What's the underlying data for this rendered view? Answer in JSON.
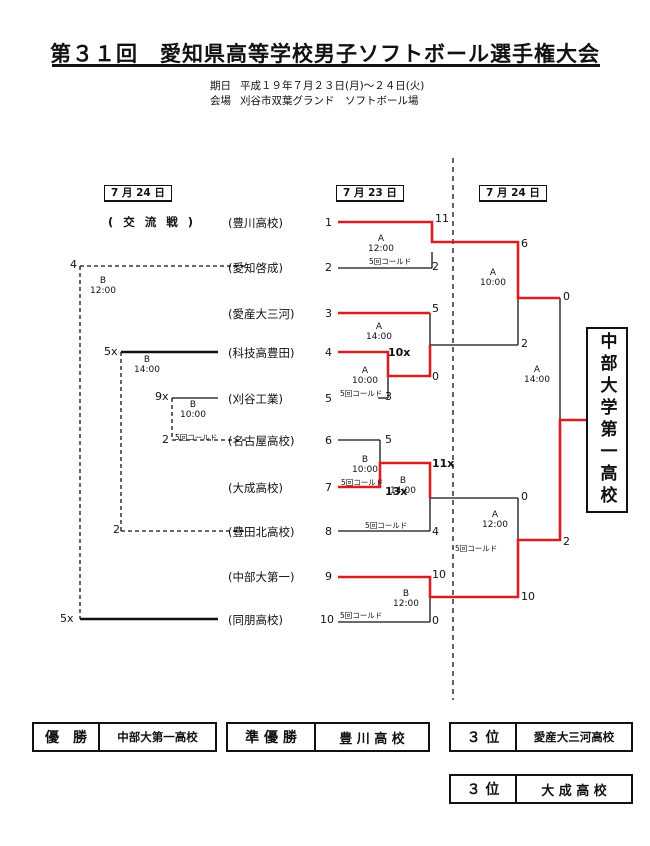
{
  "title": "第３１回　愛知県高等学校男子ソフトボール選手権大会",
  "info": {
    "date_label": "期日",
    "date_value": "平成１９年７月２３日(月)～２４日(火)",
    "venue_label": "会場",
    "venue_value": "刈谷市双葉グランド　ソフトボール場"
  },
  "schedule": {
    "consolation_day": "7 月 24 日",
    "round1_day": "7 月 23 日",
    "final_day": "7 月 24 日"
  },
  "consolation_label": "( 交 流 戦 )",
  "teams": [
    {
      "name": "(豊川高校)",
      "seed": "1"
    },
    {
      "name": "(愛知啓成)",
      "seed": "2"
    },
    {
      "name": "(愛産大三河)",
      "seed": "3"
    },
    {
      "name": "(科技高豊田)",
      "seed": "4"
    },
    {
      "name": "(刈谷工業)",
      "seed": "5"
    },
    {
      "name": "(名古屋高校)",
      "seed": "6"
    },
    {
      "name": "(大成高校)",
      "seed": "7"
    },
    {
      "name": "(豊田北高校)",
      "seed": "8"
    },
    {
      "name": "(中部大第一)",
      "seed": "9"
    },
    {
      "name": "(同朋高校)",
      "seed": "10"
    }
  ],
  "scores": {
    "r1": [
      "11",
      "2",
      "5",
      "10x",
      "0",
      "3",
      "5",
      "11x",
      "13x",
      "4",
      "10",
      "0"
    ],
    "r2": [
      "6",
      "2",
      "0",
      "10"
    ],
    "final": [
      "0",
      "2"
    ],
    "consolation": [
      "4",
      "5x",
      "9x",
      "2",
      "2",
      "5x"
    ]
  },
  "annotations": {
    "m_a1": [
      "A",
      "12:00"
    ],
    "m_a2": [
      "A",
      "14:00"
    ],
    "m_a3": [
      "A",
      "10:00"
    ],
    "m_b1": [
      "B",
      "10:00"
    ],
    "m_b2": [
      "B",
      "14:00"
    ],
    "m_b3": [
      "B",
      "12:00"
    ],
    "qf_top": [
      "A",
      "10:00"
    ],
    "qf_bot": [
      "A",
      "12:00"
    ],
    "final": [
      "A",
      "14:00"
    ],
    "c_b1": [
      "B",
      "12:00"
    ],
    "c_b2": [
      "B",
      "14:00"
    ],
    "c_b3": [
      "B",
      "10:00"
    ]
  },
  "cold_notes": {
    "large": "5回コールド",
    "small": "5回コールド"
  },
  "champion_vertical": "中部大学第一高校",
  "results": {
    "first_label": "優　勝",
    "first_team": "中部大第一高校",
    "second_label": "準 優 勝",
    "second_team": "豊 川 高 校",
    "third1_label": "３ 位",
    "third1_team": "愛産大三河高校",
    "third2_label": "３ 位",
    "third2_team": "大 成 高 校"
  },
  "colors": {
    "winner_line": "#d81e1e",
    "line": "#111111"
  }
}
